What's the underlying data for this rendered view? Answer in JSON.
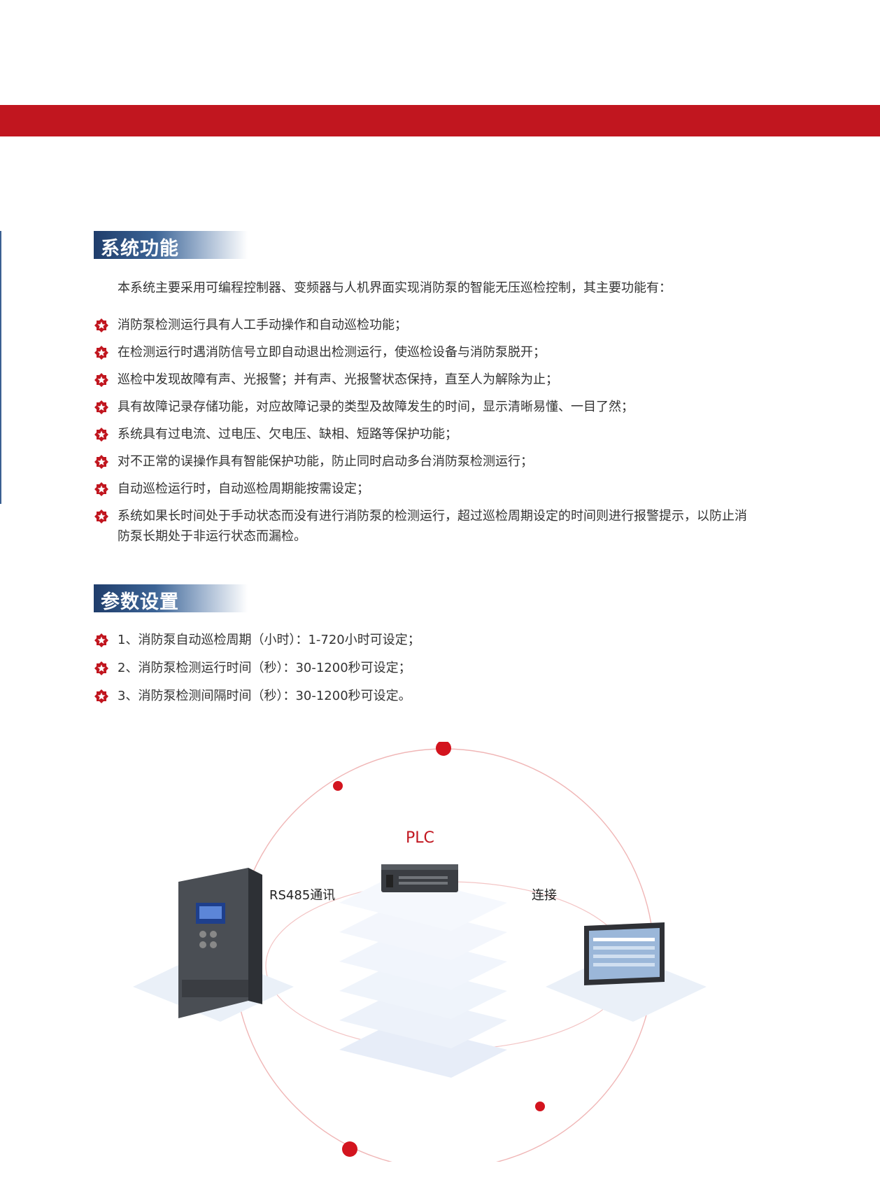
{
  "section1": {
    "title": "系统功能",
    "intro": "本系统主要采用可编程控制器、变频器与人机界面实现消防泵的智能无压巡检控制，其主要功能有：",
    "items": [
      "消防泵检测运行具有人工手动操作和自动巡检功能；",
      "在检测运行时遇消防信号立即自动退出检测运行，使巡检设备与消防泵脱开；",
      "巡检中发现故障有声、光报警；并有声、光报警状态保持，直至人为解除为止；",
      "具有故障记录存储功能，对应故障记录的类型及故障发生的时间，显示清晰易懂、一目了然；",
      "系统具有过电流、过电压、欠电压、缺相、短路等保护功能；",
      "对不正常的误操作具有智能保护功能，防止同时启动多台消防泵检测运行；",
      "自动巡检运行时，自动巡检周期能按需设定；",
      "系统如果长时间处于手动状态而没有进行消防泵的检测运行，超过巡检周期设定的时间则进行报警提示，以防止消防泵长期处于非运行状态而漏检。"
    ]
  },
  "section2": {
    "title": "参数设置",
    "items": [
      "1、消防泵自动巡检周期（小时）：1-720小时可设定；",
      "2、消防泵检测运行时间（秒）：30-1200秒可设定；",
      "3、消防泵检测间隔时间（秒）：30-1200秒可设定。"
    ]
  },
  "diagram": {
    "plc_label": "PLC",
    "left_link": "RS485通讯",
    "right_link": "连接",
    "colors": {
      "accent": "#c1161f",
      "navy": "#1f3d6b"
    }
  }
}
